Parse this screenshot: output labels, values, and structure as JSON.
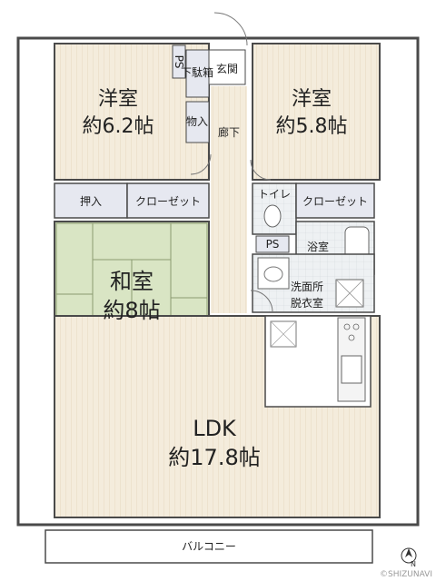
{
  "rooms": {
    "west_room": {
      "name": "洋室",
      "size": "約6.2帖"
    },
    "east_room": {
      "name": "洋室",
      "size": "約5.8帖"
    },
    "tatami_room": {
      "name": "和室",
      "size": "約8帖"
    },
    "ldk": {
      "name": "LDK",
      "size": "約17.8帖"
    }
  },
  "labels": {
    "ps_top": "PS",
    "genkan": "玄関",
    "getabako": "下駄箱",
    "monoire": "物入",
    "rouka": "廊下",
    "oshiire": "押入",
    "closet_left": "クローゼット",
    "toilet": "トイレ",
    "closet_right": "クローゼット",
    "ps_mid": "PS",
    "bath": "浴室",
    "wash_line1": "洗面所",
    "wash_line2": "脱衣室",
    "balcony": "バルコニー"
  },
  "watermark": "©SHIZUNAVI",
  "north": "N",
  "colors": {
    "wall": "#4a4a4a",
    "flooring": "#f4ecdc",
    "tatami": "#d9e5c4",
    "wet_area": "#e8eef2",
    "storage": "#e6e8f0",
    "background": "#ffffff"
  }
}
